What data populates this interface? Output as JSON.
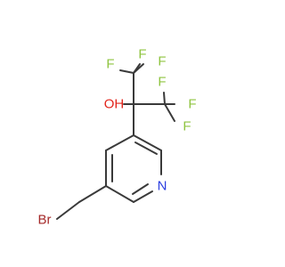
{
  "molecule": {
    "atoms": {
      "f1": "F",
      "f2": "F",
      "f3": "F",
      "f4": "F",
      "f5": "F",
      "f6": "F",
      "oh": "OH",
      "n": "N",
      "br": "Br"
    },
    "colors": {
      "bond": "#3a3a3a",
      "fluorine": "#8fc440",
      "oxygen": "#e2231a",
      "nitrogen": "#2b3ee0",
      "bromine": "#a52a2a"
    }
  }
}
